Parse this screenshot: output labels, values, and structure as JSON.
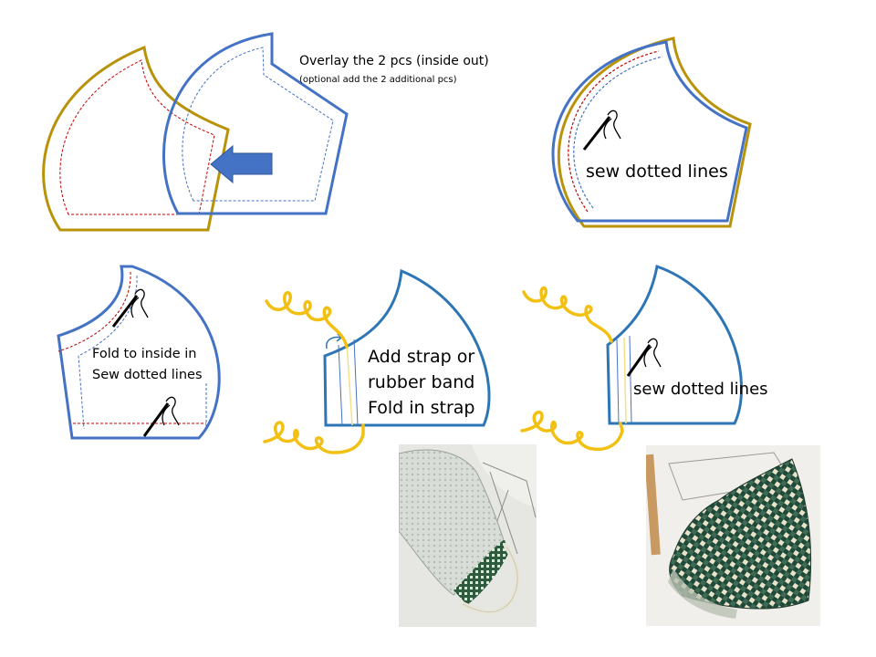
{
  "step1": {
    "title": "Overlay the 2 pcs (inside out)",
    "subtitle": "(optional add the 2 additional pcs)"
  },
  "step2": {
    "label": "sew dotted lines"
  },
  "step3": {
    "line1": "Fold to inside in",
    "line2": "Sew dotted lines"
  },
  "step4": {
    "line1": "Add strap or",
    "line2": "rubber band",
    "line3": "Fold in strap"
  },
  "step5": {
    "label": "sew dotted lines"
  },
  "colors": {
    "blue": "#4472c4",
    "gold": "#b8930a",
    "red": "#c00000",
    "strap_yellow": "#f2c012",
    "arrow_blue": "#4472c4"
  },
  "icons": [
    "needle-icon",
    "arrow-left-icon",
    "strap-icon",
    "photo-mask-grey",
    "photo-mask-green"
  ]
}
